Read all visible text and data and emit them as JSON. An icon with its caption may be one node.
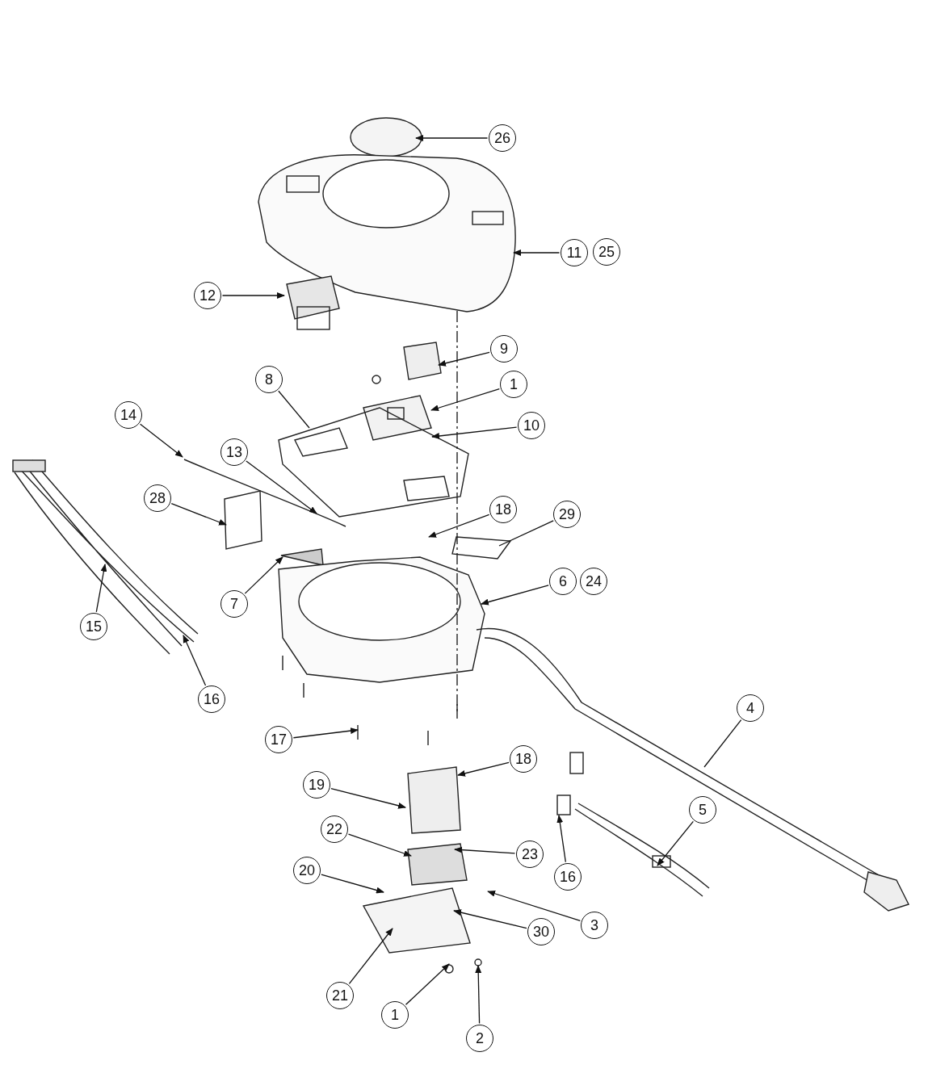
{
  "diagram": {
    "nodes": [
      {
        "text": [
          "26"
        ]
      },
      {
        "text": [
          "11"
        ]
      },
      {
        "text": [
          "25"
        ]
      },
      {
        "text": [
          "12"
        ]
      },
      {
        "text": [
          "9"
        ]
      },
      {
        "text": [
          "1"
        ]
      },
      {
        "text": [
          "8"
        ]
      },
      {
        "text": [
          "10"
        ]
      },
      {
        "text": [
          "14"
        ]
      },
      {
        "text": [
          "13"
        ]
      },
      {
        "text": [
          "28"
        ]
      },
      {
        "text": [
          "18"
        ]
      },
      {
        "text": [
          "29"
        ]
      },
      {
        "text": [
          "7"
        ]
      },
      {
        "text": [
          "6"
        ]
      },
      {
        "text": [
          "24"
        ]
      },
      {
        "text": [
          "15"
        ]
      },
      {
        "text": [
          "16"
        ]
      },
      {
        "text": [
          "4"
        ]
      },
      {
        "text": [
          "17"
        ]
      },
      {
        "text": [
          "18"
        ]
      },
      {
        "text": [
          "19"
        ]
      },
      {
        "text": [
          "22"
        ]
      },
      {
        "text": [
          "23"
        ]
      },
      {
        "text": [
          "16"
        ]
      },
      {
        "text": [
          "5"
        ]
      },
      {
        "text": [
          "20"
        ]
      },
      {
        "text": [
          "3"
        ]
      },
      {
        "text": [
          "30"
        ]
      },
      {
        "text": [
          "21"
        ]
      },
      {
        "text": [
          "1"
        ]
      },
      {
        "text": [
          "2"
        ]
      }
    ],
    "edges": [
      {
        "from": 0,
        "to": null,
        "arrow": "to"
      },
      {
        "from": 1,
        "to": null,
        "arrow": "to"
      },
      {
        "from": 3,
        "to": null,
        "arrow": "to"
      },
      {
        "from": 4,
        "to": null,
        "arrow": "to"
      },
      {
        "from": 5,
        "to": null,
        "arrow": "to"
      },
      {
        "from": 6,
        "to": null,
        "arrow": "none"
      },
      {
        "from": 7,
        "to": null,
        "arrow": "to"
      },
      {
        "from": 8,
        "to": null,
        "arrow": "to"
      },
      {
        "from": 9,
        "to": null,
        "arrow": "to"
      },
      {
        "from": 10,
        "to": null,
        "arrow": "to"
      },
      {
        "from": 11,
        "to": null,
        "arrow": "to"
      },
      {
        "from": 12,
        "to": null,
        "arrow": "none"
      },
      {
        "from": 13,
        "to": null,
        "arrow": "to"
      },
      {
        "from": 14,
        "to": null,
        "arrow": "to"
      },
      {
        "from": 16,
        "to": null,
        "arrow": "to"
      },
      {
        "from": 17,
        "to": null,
        "arrow": "to"
      },
      {
        "from": 18,
        "to": null,
        "arrow": "none"
      },
      {
        "from": 19,
        "to": null,
        "arrow": "to"
      },
      {
        "from": 20,
        "to": null,
        "arrow": "to"
      },
      {
        "from": 21,
        "to": null,
        "arrow": "to"
      },
      {
        "from": 22,
        "to": null,
        "arrow": "to"
      },
      {
        "from": 23,
        "to": null,
        "arrow": "to"
      },
      {
        "from": 24,
        "to": null,
        "arrow": "to"
      },
      {
        "from": 25,
        "to": null,
        "arrow": "to"
      },
      {
        "from": 26,
        "to": null,
        "arrow": "to"
      },
      {
        "from": 27,
        "to": null,
        "arrow": "to"
      },
      {
        "from": 28,
        "to": null,
        "arrow": "to"
      },
      {
        "from": 29,
        "to": null,
        "arrow": "to"
      },
      {
        "from": 30,
        "to": null,
        "arrow": "to"
      },
      {
        "from": 31,
        "to": null,
        "arrow": "to"
      }
    ]
  }
}
